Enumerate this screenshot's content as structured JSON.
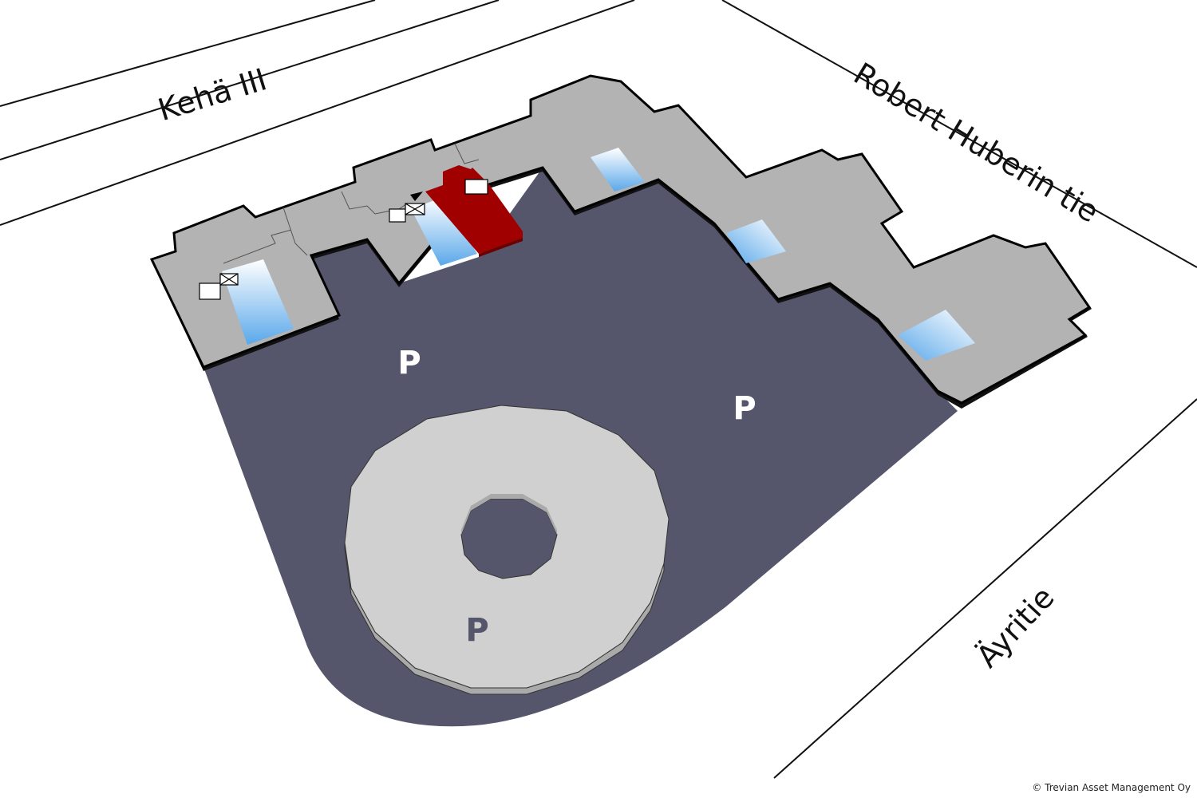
{
  "streets": {
    "north": "Kehä III",
    "east": "Robert Huberin tie",
    "south": "Äyritie"
  },
  "parking": {
    "p1": "P",
    "p2": "P",
    "p3": "P"
  },
  "copyright": "© Trevian Asset Management Oy",
  "colors": {
    "building": "#b3b3b3",
    "parking_lot": "#55566b",
    "parking_deck": "#d0d0d0",
    "highlight": "#a00000",
    "glass": "#5aa8ea"
  }
}
